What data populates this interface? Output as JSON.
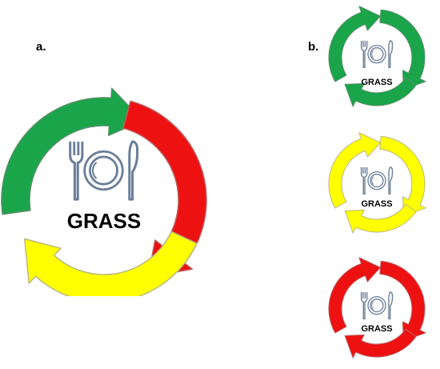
{
  "panel_a": {
    "label": "a.",
    "title": "GRASS",
    "arrows": [
      "green",
      "red",
      "yellow"
    ]
  },
  "panel_b": {
    "label": "b.",
    "cycles": [
      {
        "title": "GRASS",
        "color": "green"
      },
      {
        "title": "GRASS",
        "color": "yellow"
      },
      {
        "title": "GRASS",
        "color": "red"
      }
    ]
  },
  "colors": {
    "green": "#1aa54a",
    "red": "#ee1111",
    "yellow": "#ffff00",
    "green_stroke": "#5a8f6a",
    "red_stroke": "#b86060",
    "yellow_stroke": "#b8b880",
    "icon": "#6b7f99"
  },
  "icons": [
    "fork-icon",
    "plate-icon",
    "knife-icon"
  ]
}
